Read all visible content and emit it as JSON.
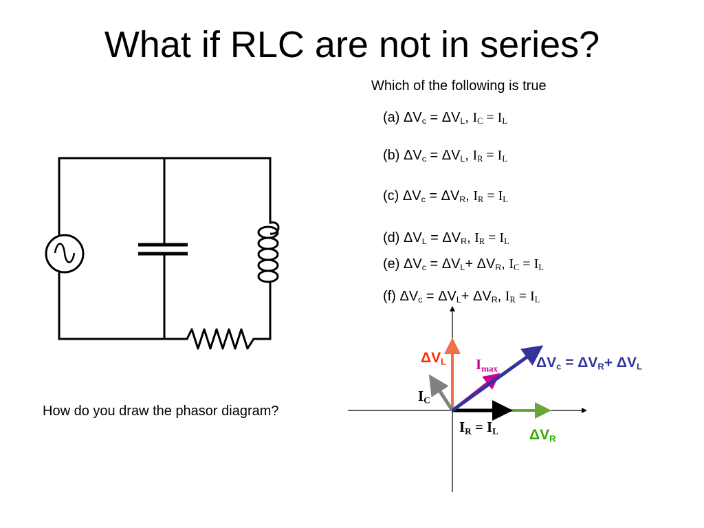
{
  "title": "What if RLC are not in series?",
  "question": "Which of the following is true",
  "options": [
    {
      "letter": "(a)",
      "parts": [
        {
          "text": "ΔV",
          "class": ""
        },
        {
          "text": "c",
          "class": "sub"
        },
        {
          "text": " = ",
          "class": ""
        },
        {
          "text": "ΔV",
          "class": ""
        },
        {
          "text": "L",
          "class": "sub"
        },
        {
          "text": ", ",
          "class": ""
        },
        {
          "text": "I",
          "class": "ser"
        },
        {
          "text": "C",
          "class": "ser sub"
        },
        {
          "text": " = I",
          "class": "ser"
        },
        {
          "text": "L",
          "class": "ser sub"
        }
      ]
    },
    {
      "letter": "(b)",
      "parts": [
        {
          "text": "ΔV",
          "class": ""
        },
        {
          "text": "c",
          "class": "sub"
        },
        {
          "text": " = ",
          "class": ""
        },
        {
          "text": "ΔV",
          "class": ""
        },
        {
          "text": "L",
          "class": "sub"
        },
        {
          "text": ", ",
          "class": ""
        },
        {
          "text": "I",
          "class": "ser"
        },
        {
          "text": "R",
          "class": "ser sub"
        },
        {
          "text": " = I",
          "class": "ser"
        },
        {
          "text": "L",
          "class": "ser sub"
        }
      ]
    },
    {
      "letter": "(c)",
      "parts": [
        {
          "text": "ΔV",
          "class": ""
        },
        {
          "text": "c",
          "class": "sub"
        },
        {
          "text": " = ",
          "class": ""
        },
        {
          "text": "ΔV",
          "class": ""
        },
        {
          "text": "R",
          "class": "sub"
        },
        {
          "text": ", ",
          "class": ""
        },
        {
          "text": "I",
          "class": "ser"
        },
        {
          "text": "R",
          "class": "ser sub"
        },
        {
          "text": " = I",
          "class": "ser"
        },
        {
          "text": "L",
          "class": "ser sub"
        }
      ]
    },
    {
      "letter": "(d)",
      "parts": [
        {
          "text": "ΔV",
          "class": ""
        },
        {
          "text": "L",
          "class": "sub"
        },
        {
          "text": " = ",
          "class": ""
        },
        {
          "text": "ΔV",
          "class": ""
        },
        {
          "text": "R",
          "class": "sub"
        },
        {
          "text": ", ",
          "class": ""
        },
        {
          "text": "I",
          "class": "ser"
        },
        {
          "text": "R",
          "class": "ser sub"
        },
        {
          "text": " = I",
          "class": "ser"
        },
        {
          "text": "L",
          "class": "ser sub"
        }
      ]
    },
    {
      "letter": "(e)",
      "parts": [
        {
          "text": "ΔV",
          "class": ""
        },
        {
          "text": "c",
          "class": "sub"
        },
        {
          "text": " = ",
          "class": ""
        },
        {
          "text": "ΔV",
          "class": ""
        },
        {
          "text": "L",
          "class": "sub"
        },
        {
          "text": "+ ",
          "class": ""
        },
        {
          "text": "ΔV",
          "class": ""
        },
        {
          "text": "R",
          "class": "sub"
        },
        {
          "text": ",  ",
          "class": ""
        },
        {
          "text": "I",
          "class": "ser"
        },
        {
          "text": "C",
          "class": "ser sub"
        },
        {
          "text": " = I",
          "class": "ser"
        },
        {
          "text": "L",
          "class": "ser sub"
        }
      ]
    },
    {
      "letter": "(f)",
      "parts": [
        {
          "text": "ΔV",
          "class": ""
        },
        {
          "text": "c",
          "class": "sub"
        },
        {
          "text": " = ",
          "class": ""
        },
        {
          "text": "ΔV",
          "class": ""
        },
        {
          "text": "L",
          "class": "sub"
        },
        {
          "text": "+ ",
          "class": ""
        },
        {
          "text": "ΔV",
          "class": ""
        },
        {
          "text": "R",
          "class": "sub"
        },
        {
          "text": ",  ",
          "class": ""
        },
        {
          "text": "I",
          "class": "ser"
        },
        {
          "text": "R",
          "class": "ser sub"
        },
        {
          "text": " = I",
          "class": "ser"
        },
        {
          "text": "L",
          "class": "ser sub"
        }
      ]
    }
  ],
  "prompt": "How do you draw the phasor diagram?",
  "phasor": {
    "vl": {
      "delta": "Δ",
      "main": "V",
      "sub": "L"
    },
    "imax": {
      "main": "I",
      "sub": "max"
    },
    "vc": {
      "delta": "Δ",
      "main": "V",
      "sub": "c",
      "eq": " = ",
      "delta2": "Δ",
      "main2": "V",
      "sub2": "R",
      "plus": "+ ",
      "delta3": "Δ",
      "main3": "V",
      "sub3": "L"
    },
    "ic": {
      "main": "I",
      "sub": "C"
    },
    "ir": {
      "main": "I",
      "sub": "R",
      "eq": " = I",
      "sub2": "L"
    },
    "vr": {
      "delta": "Δ",
      "main": "V",
      "sub": "R"
    }
  },
  "colors": {
    "vl": "#f0704a",
    "imax": "#cc0099",
    "vc": "#333399",
    "ic": "#808080",
    "ir": "#000000",
    "vr": "#66a63a",
    "vl_label": "#ff2a00",
    "vr_label": "#33aa00"
  },
  "icons": [
    "ac-source-icon",
    "capacitor-icon",
    "inductor-icon",
    "resistor-icon"
  ]
}
